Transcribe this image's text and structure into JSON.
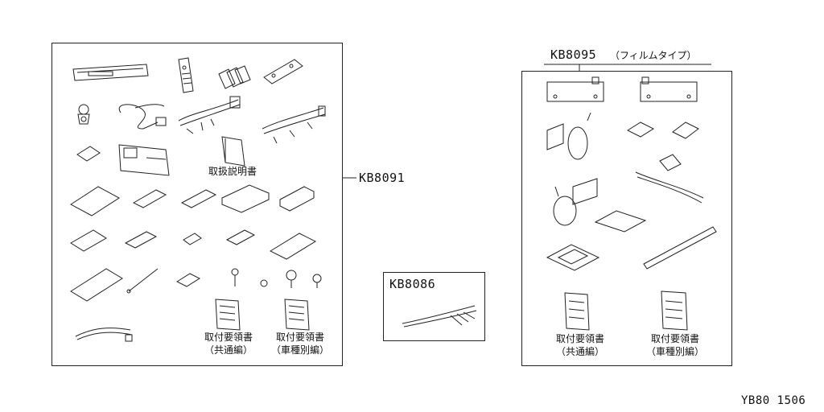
{
  "kit_main": {
    "ref": "KB8091",
    "manual_label": "取扱説明書",
    "common_doc": {
      "title": "取付要領書",
      "sub": "（共通編）"
    },
    "vehicle_doc": {
      "title": "取付要領書",
      "sub": "（車種別編）"
    }
  },
  "kit_cable": {
    "ref": "KB8086"
  },
  "kit_film": {
    "ref": "KB8095",
    "ref_note": "（フィルムタイプ）",
    "common_doc": {
      "title": "取付要領書",
      "sub": "（共通編）"
    },
    "vehicle_doc": {
      "title": "取付要領書",
      "sub": "（車種別編）"
    }
  },
  "diagram_code": "YB80 1506"
}
